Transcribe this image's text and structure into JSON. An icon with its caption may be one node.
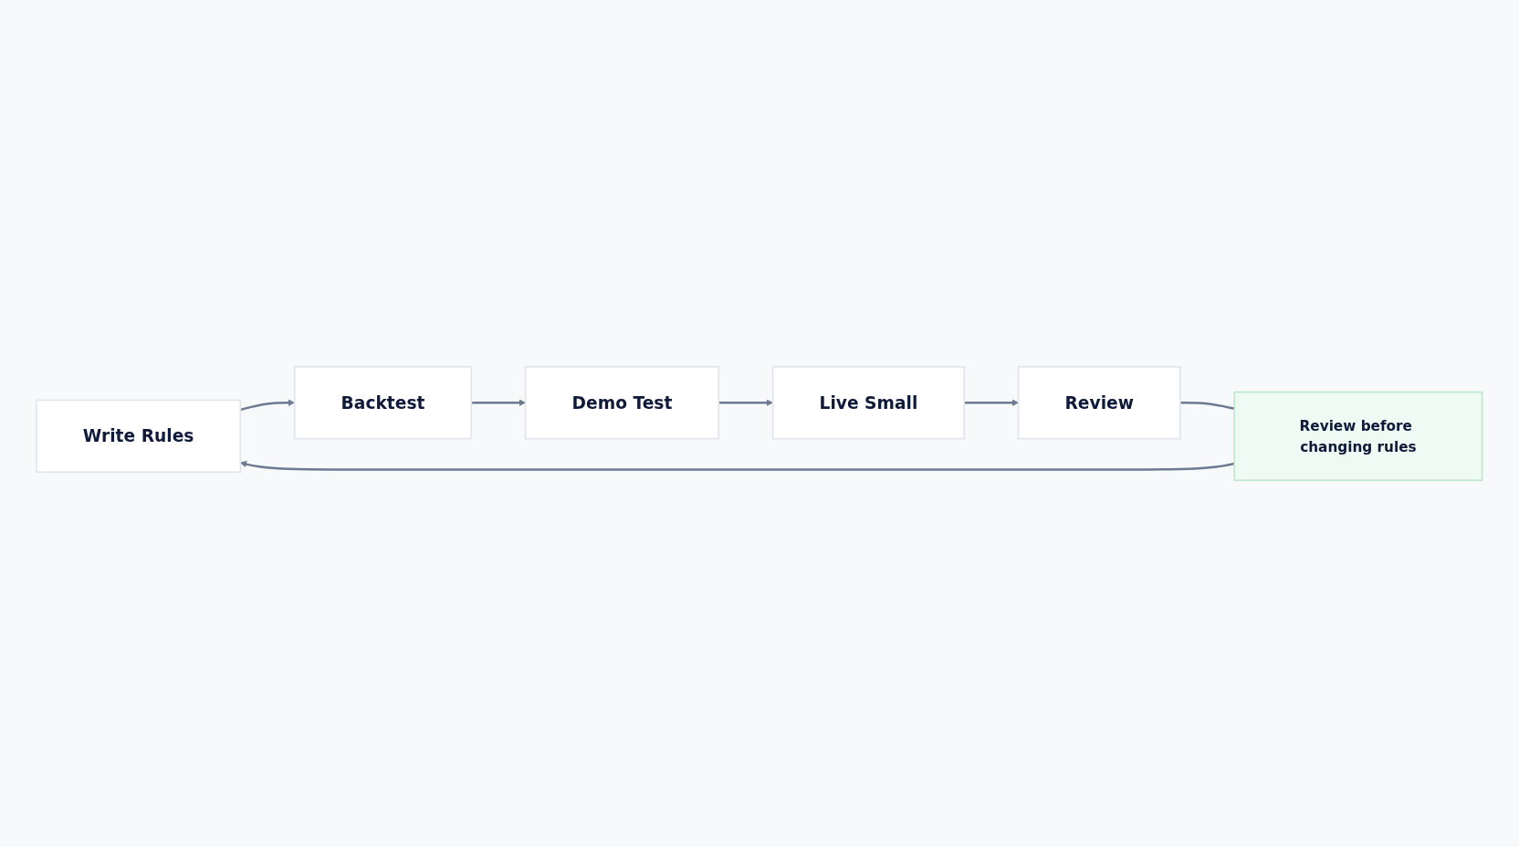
{
  "diagram": {
    "nodes": [
      {
        "text": [
          "Write Rules"
        ]
      },
      {
        "text": [
          "Backtest"
        ]
      },
      {
        "text": [
          "Demo Test"
        ]
      },
      {
        "text": [
          "Live Small"
        ]
      },
      {
        "text": [
          "Review"
        ]
      },
      {
        "text": [
          "Review before changing rules"
        ]
      }
    ],
    "edges": [
      {
        "from": 0,
        "to": 1,
        "arrow": "to"
      },
      {
        "from": 1,
        "to": 2,
        "arrow": "to"
      },
      {
        "from": 2,
        "to": 3,
        "arrow": "to"
      },
      {
        "from": 3,
        "to": 4,
        "arrow": "to"
      },
      {
        "from": 4,
        "to": 5,
        "arrow": "none"
      },
      {
        "from": 5,
        "to": 0,
        "arrow": "to"
      }
    ]
  }
}
